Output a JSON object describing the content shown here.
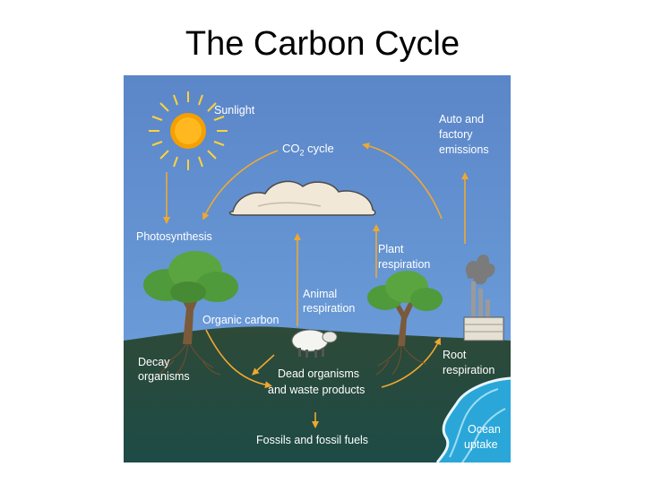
{
  "slide": {
    "title": "The Carbon Cycle"
  },
  "diagram": {
    "labels": {
      "sunlight": "Sunlight",
      "auto_emissions_1": "Auto and",
      "auto_emissions_2": "factory",
      "auto_emissions_3": "emissions",
      "co2_prefix": "CO",
      "co2_sub": "2",
      "co2_suffix": " cycle",
      "photosynthesis": "Photosynthesis",
      "plant_respiration_1": "Plant",
      "plant_respiration_2": "respiration",
      "animal_respiration_1": "Animal",
      "animal_respiration_2": "respiration",
      "organic_carbon": "Organic carbon",
      "decay_1": "Decay",
      "decay_2": "organisms",
      "dead_organisms_1": "Dead organisms",
      "dead_organisms_2": "and waste products",
      "root_respiration_1": "Root",
      "root_respiration_2": "respiration",
      "fossils": "Fossils and fossil fuels",
      "ocean_1": "Ocean",
      "ocean_2": "uptake"
    },
    "colors": {
      "sky": "#5b8ccc",
      "ground_top": "#2f4a3c",
      "ground_bottom": "#1a4a44",
      "arrow": "#f0a830",
      "sun": "#f5a000",
      "ocean": "#2aa7d8",
      "tree_leaves": "#4f9a3a",
      "trunk": "#7a5a3a",
      "cloud": "#f2e8d8",
      "text": "#ffffff"
    }
  }
}
